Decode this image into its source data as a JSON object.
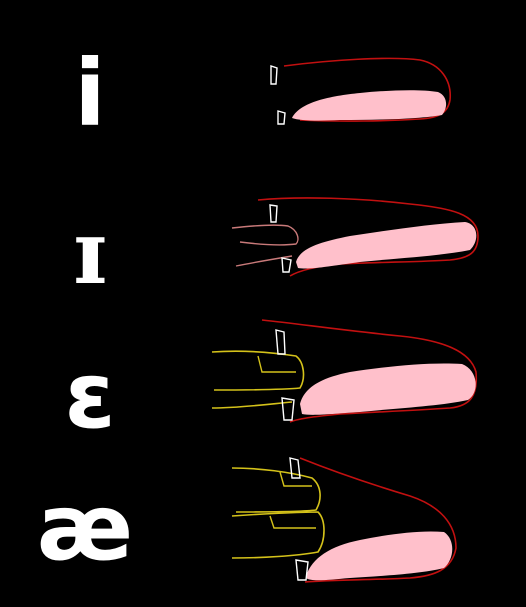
{
  "symbols": [
    "i",
    "ɪ",
    "ɛ",
    "æ"
  ],
  "colors": {
    "background": "#000000",
    "symbol": "#ffffff",
    "tongue_fill": "#ffc0cb",
    "palate_outline": "#c21010",
    "teeth_outline": "#ffffff",
    "lips_outline": "#d4c21a",
    "lips_faint_outline": "#c97a7a"
  }
}
